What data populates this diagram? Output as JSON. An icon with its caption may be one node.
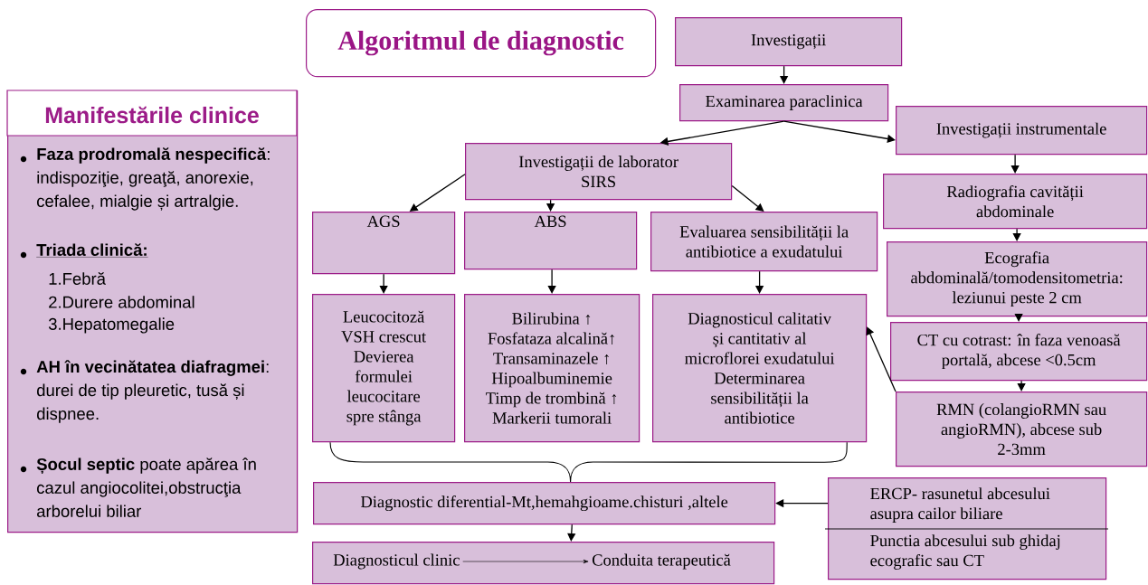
{
  "diagram": {
    "title": "Algoritmul de diagnostic",
    "nodes": [
      {
        "text": [
          "Manifestările clinice",
          "**Faza prodromală nespecifică**: indispoziţie, greaţă, anorexie, cefalee, mialgie și artralgie.",
          "Triada clinică:",
          "1.Febră",
          "2.Durere abdominal",
          "3.Hepatomegalie",
          "**AH în vecinătatea diafragmei**: durei de tip pleuretic, tusă și dispnee.",
          "**Șocul septic** poate apărea în cazul angiocolitei,obstrucţia arborelui biliar"
        ]
      },
      {
        "text": [
          "Investigații"
        ]
      },
      {
        "text": [
          "Examinarea paraclinica"
        ]
      },
      {
        "text": [
          "Investigații de laborator SIRS"
        ]
      },
      {
        "text": [
          "Investigații instrumentale"
        ]
      },
      {
        "text": [
          "AGS"
        ]
      },
      {
        "text": [
          "ABS"
        ]
      },
      {
        "text": [
          "Evaluarea sensibilității la antibiotice a exudatului"
        ]
      },
      {
        "text": [
          "Leucocitoză VSH crescut Devierea formulei leucocitare spre stânga"
        ]
      },
      {
        "text": [
          "Bilirubina ↑ Fosfataza alcalină↑ Transaminazele ↑ Hipoalbuminemie Timp de trombină ↑ Markerii tumorali"
        ]
      },
      {
        "text": [
          "Diagnosticul calitativ și cantitativ al microflorei exudatului Determinarea sensibilității la antibiotice"
        ]
      },
      {
        "text": [
          "Radiografia cavității abdominale"
        ]
      },
      {
        "text": [
          "Ecografia abdominală/tomodensitometria: leziunui peste 2 cm"
        ]
      },
      {
        "text": [
          "CT cu cotrast: în faza venoasă portală, abcese <0.5cm"
        ]
      },
      {
        "text": [
          "RMN (colangioRMN sau angioRMN), abcese sub 2-3mm"
        ]
      },
      {
        "text": [
          "Diagnostic diferential-Mt,hemahgioame.chisturi ,altele"
        ]
      },
      {
        "text": [
          "ERCP- rasunetul abcesului asupra cailor biliare",
          "Punctia abcesului sub ghidaj ecografic sau CT"
        ]
      },
      {
        "text": [],
        "shape": "box"
      },
      {
        "text": [
          "Diagnosticul clinic"
        ],
        "in": 17
      },
      {
        "text": [
          "Conduita terapeutică"
        ],
        "in": 17
      }
    ],
    "edges": [
      {
        "from": 1,
        "to": 2,
        "arrow": "to"
      },
      {
        "from": 2,
        "to": 3,
        "arrow": "to"
      },
      {
        "from": 2,
        "to": 4,
        "arrow": "to"
      },
      {
        "from": 3,
        "to": 5,
        "arrow": "to"
      },
      {
        "from": 3,
        "to": 6,
        "arrow": "to"
      },
      {
        "from": 3,
        "to": 7,
        "arrow": "to"
      },
      {
        "from": 5,
        "to": 8,
        "arrow": "to"
      },
      {
        "from": 6,
        "to": 9,
        "arrow": "to"
      },
      {
        "from": 7,
        "to": 10,
        "arrow": "to"
      },
      {
        "from": 4,
        "to": 11,
        "arrow": "to"
      },
      {
        "from": 11,
        "to": 12,
        "arrow": "to"
      },
      {
        "from": 12,
        "to": 13,
        "arrow": "to"
      },
      {
        "from": 13,
        "to": 14,
        "arrow": "to"
      },
      {
        "from": 14,
        "to": 10,
        "arrow": "to"
      },
      {
        "from": 16,
        "to": 15,
        "arrow": "to"
      },
      {
        "from": 15,
        "to": 17,
        "arrow": "to"
      },
      {
        "from": 18,
        "to": 19,
        "arrow": "to"
      },
      {
        "from": 8,
        "to": 15,
        "arrow": "none"
      },
      {
        "from": 10,
        "to": 15,
        "arrow": "none"
      }
    ]
  }
}
